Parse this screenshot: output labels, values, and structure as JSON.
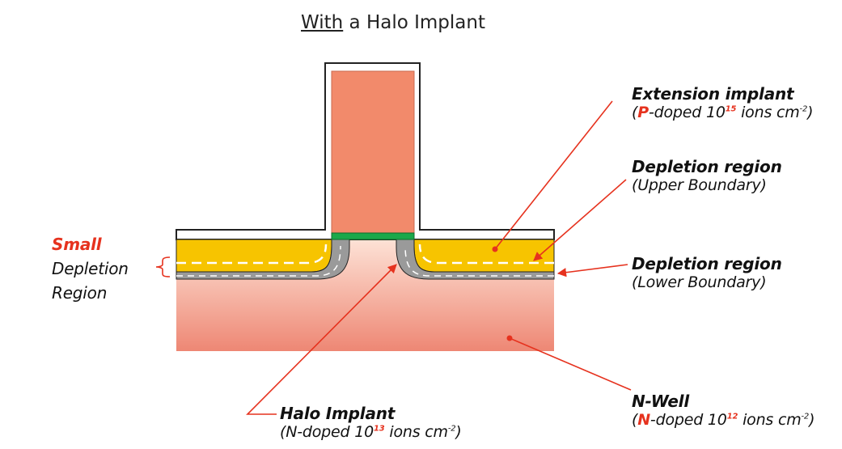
{
  "title": {
    "emphasis": "With",
    "rest": " a Halo Implant"
  },
  "labels": {
    "extension": {
      "title": "Extension implant",
      "open": "(",
      "dopant": "P",
      "middle": "-doped 10",
      "exp": "15",
      "after": " ions cm",
      "unit_exp": "-2",
      "close": ")"
    },
    "depletion_upper": {
      "title": "Depletion region",
      "sub": "(Upper Boundary)"
    },
    "depletion_lower": {
      "title": "Depletion region",
      "sub": "(Lower Boundary)"
    },
    "small": {
      "word1": "Small",
      "word2": "Depletion",
      "word3": "Region"
    },
    "halo": {
      "title": "Halo Implant",
      "pre": "(N-doped 10",
      "exp": "13",
      "after": " ions cm",
      "unit_exp": "-2",
      "close": ")"
    },
    "nwell": {
      "title": "N-Well",
      "open": "(",
      "dopant": "N",
      "middle": "-doped 10",
      "exp": "12",
      "after": " ions cm",
      "unit_exp": "-2",
      "close": ")"
    }
  },
  "colors": {
    "accent_red": "#e6321e",
    "gate": "#f28a6b",
    "gate_oxide": "#1aa84a",
    "extension_implant": "#f7c400",
    "depletion_boundary": "#999999",
    "nwell_top": "#fde2d6",
    "nwell_bottom": "#ee8774"
  }
}
